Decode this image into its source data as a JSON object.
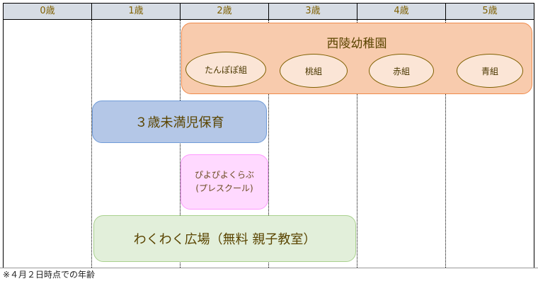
{
  "headers": [
    "0歳",
    "1歳",
    "2歳",
    "3歳",
    "4歳",
    "5歳"
  ],
  "kindergarten": {
    "title": "西陵幼稚園",
    "classes": [
      "たんぽぽ組",
      "桃組",
      "赤組",
      "青組"
    ]
  },
  "under3": "３歳未満児保育",
  "piyo": {
    "line1": "ぴよぴよくらぶ",
    "line2": "(プレスクール)"
  },
  "wakuwaku": "わくわく広場（無料 親子教室）",
  "footnote": "※４月２日時点での年齢"
}
